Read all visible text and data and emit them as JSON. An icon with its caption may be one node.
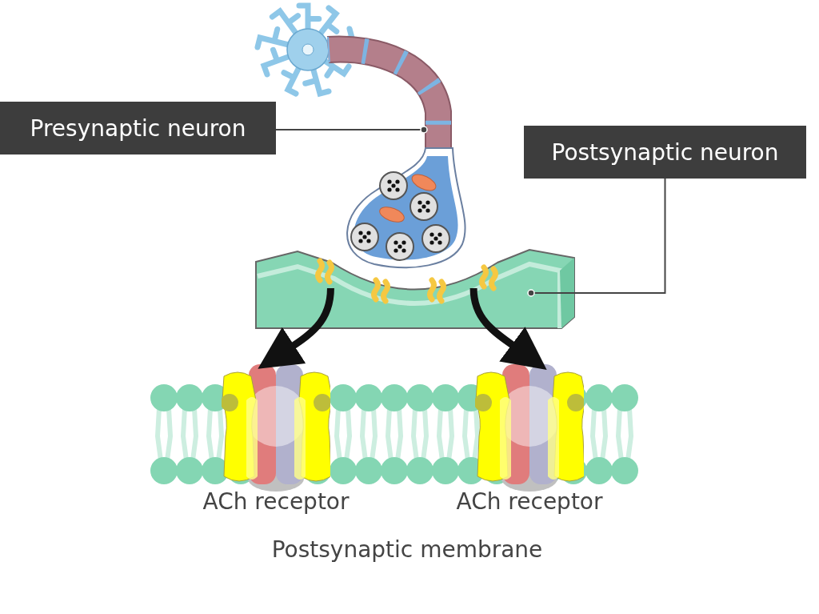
{
  "diagram": {
    "nodes": [
      {
        "text": [
          "Presynaptic neuron"
        ]
      },
      {
        "text": [],
        "shape": "picture"
      },
      {
        "text": [
          "Postsynaptic neuron"
        ]
      },
      {
        "text": [],
        "shape": "picture"
      },
      {
        "text": [
          "Postsynaptic membrane"
        ]
      },
      {
        "text": [
          "ACh receptor"
        ],
        "in": 4
      },
      {
        "text": [
          "ACh receptor"
        ],
        "in": 4
      }
    ],
    "edges": [
      {
        "from": 0,
        "to": 1,
        "arrow": "other"
      },
      {
        "from": 2,
        "to": 3,
        "arrow": "other"
      },
      {
        "from": 3,
        "to": 5,
        "arrow": "to",
        "style": "thick"
      },
      {
        "from": 3,
        "to": 6,
        "arrow": "to",
        "style": "thick"
      }
    ]
  }
}
